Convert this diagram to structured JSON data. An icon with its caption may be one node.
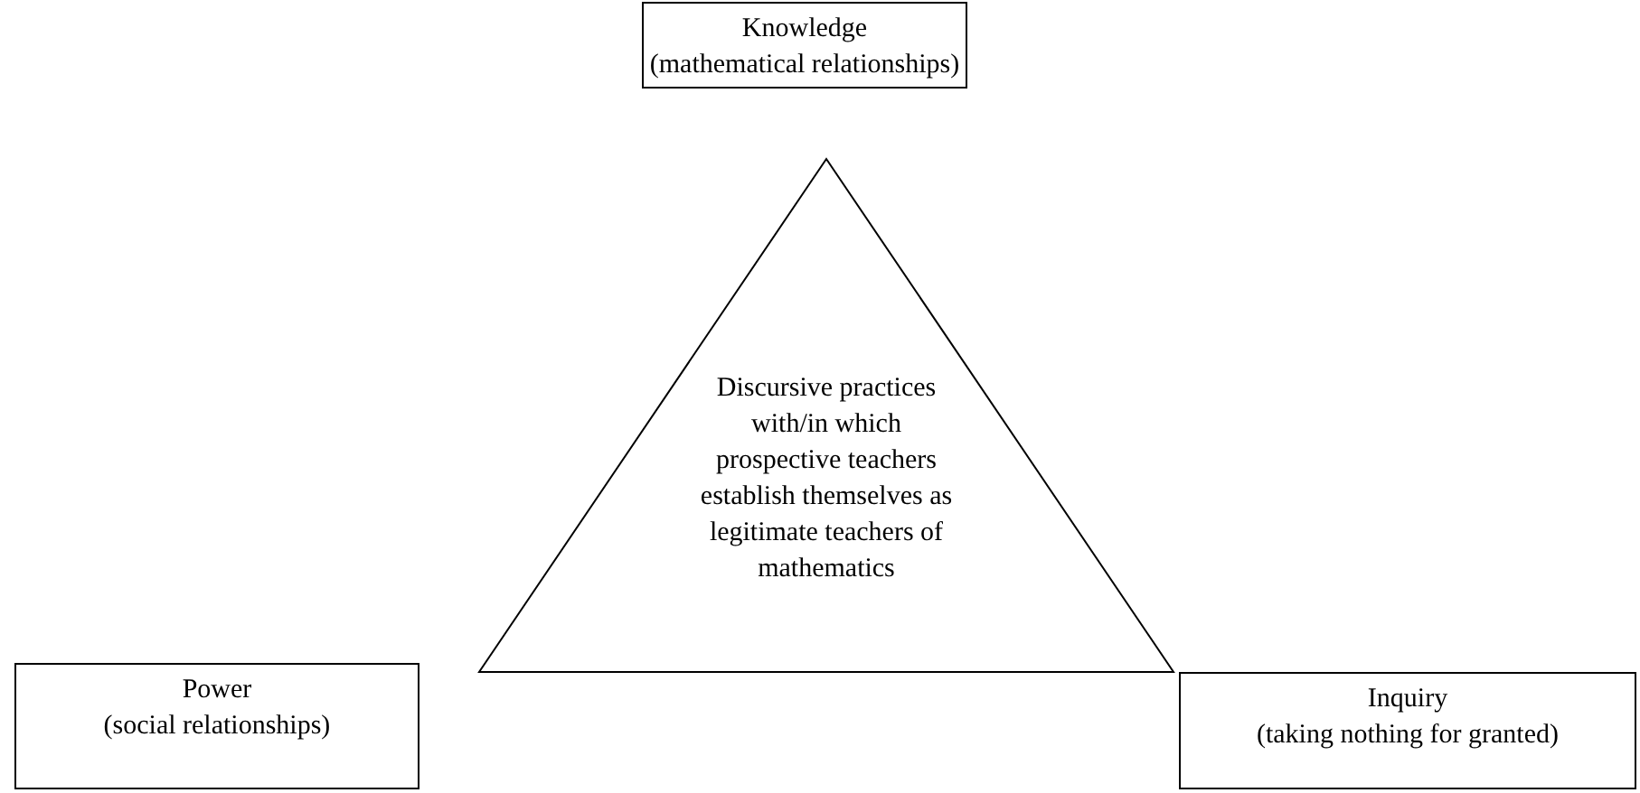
{
  "diagram": {
    "nodes": [
      {
        "text": [
          "Knowledge",
          "(mathematical relationships)"
        ]
      },
      {
        "text": [
          "Discursive practices with/in which prospective teachers establish themselves as legitimate teachers of mathematics"
        ]
      },
      {
        "text": [
          "Power",
          "(social relationships)"
        ]
      },
      {
        "text": [
          "Inquiry",
          "(taking nothing for granted)"
        ]
      }
    ]
  }
}
